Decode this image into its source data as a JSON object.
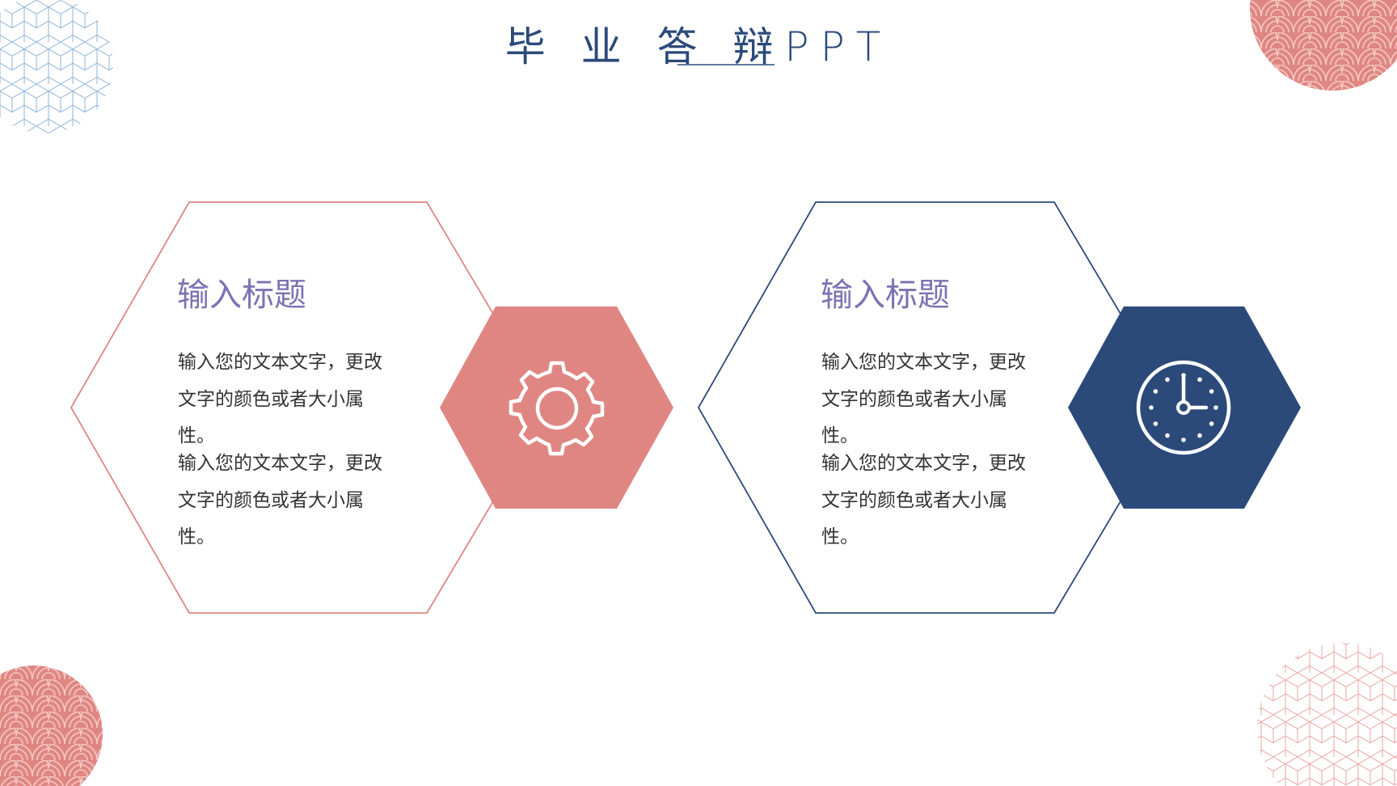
{
  "slide": {
    "title": "毕 业 答 辩PPT"
  },
  "colors": {
    "navy": "#2b4a7a",
    "coral": "#df8683",
    "heading": "#7d72b2",
    "text": "#333333"
  },
  "cards": [
    {
      "heading": "输入标题",
      "paragraph_1": "输入您的文本文字，更改文字的颜色或者大小属性。",
      "paragraph_2": "输入您的文本文字，更改文字的颜色或者大小属性。",
      "icon": "gear-icon",
      "accent": "#df8683"
    },
    {
      "heading": "输入标题",
      "paragraph_1": "输入您的文本文字，更改文字的颜色或者大小属性。",
      "paragraph_2": "输入您的文本文字，更改文字的颜色或者大小属性。",
      "icon": "clock-icon",
      "accent": "#2b4a7a"
    }
  ]
}
